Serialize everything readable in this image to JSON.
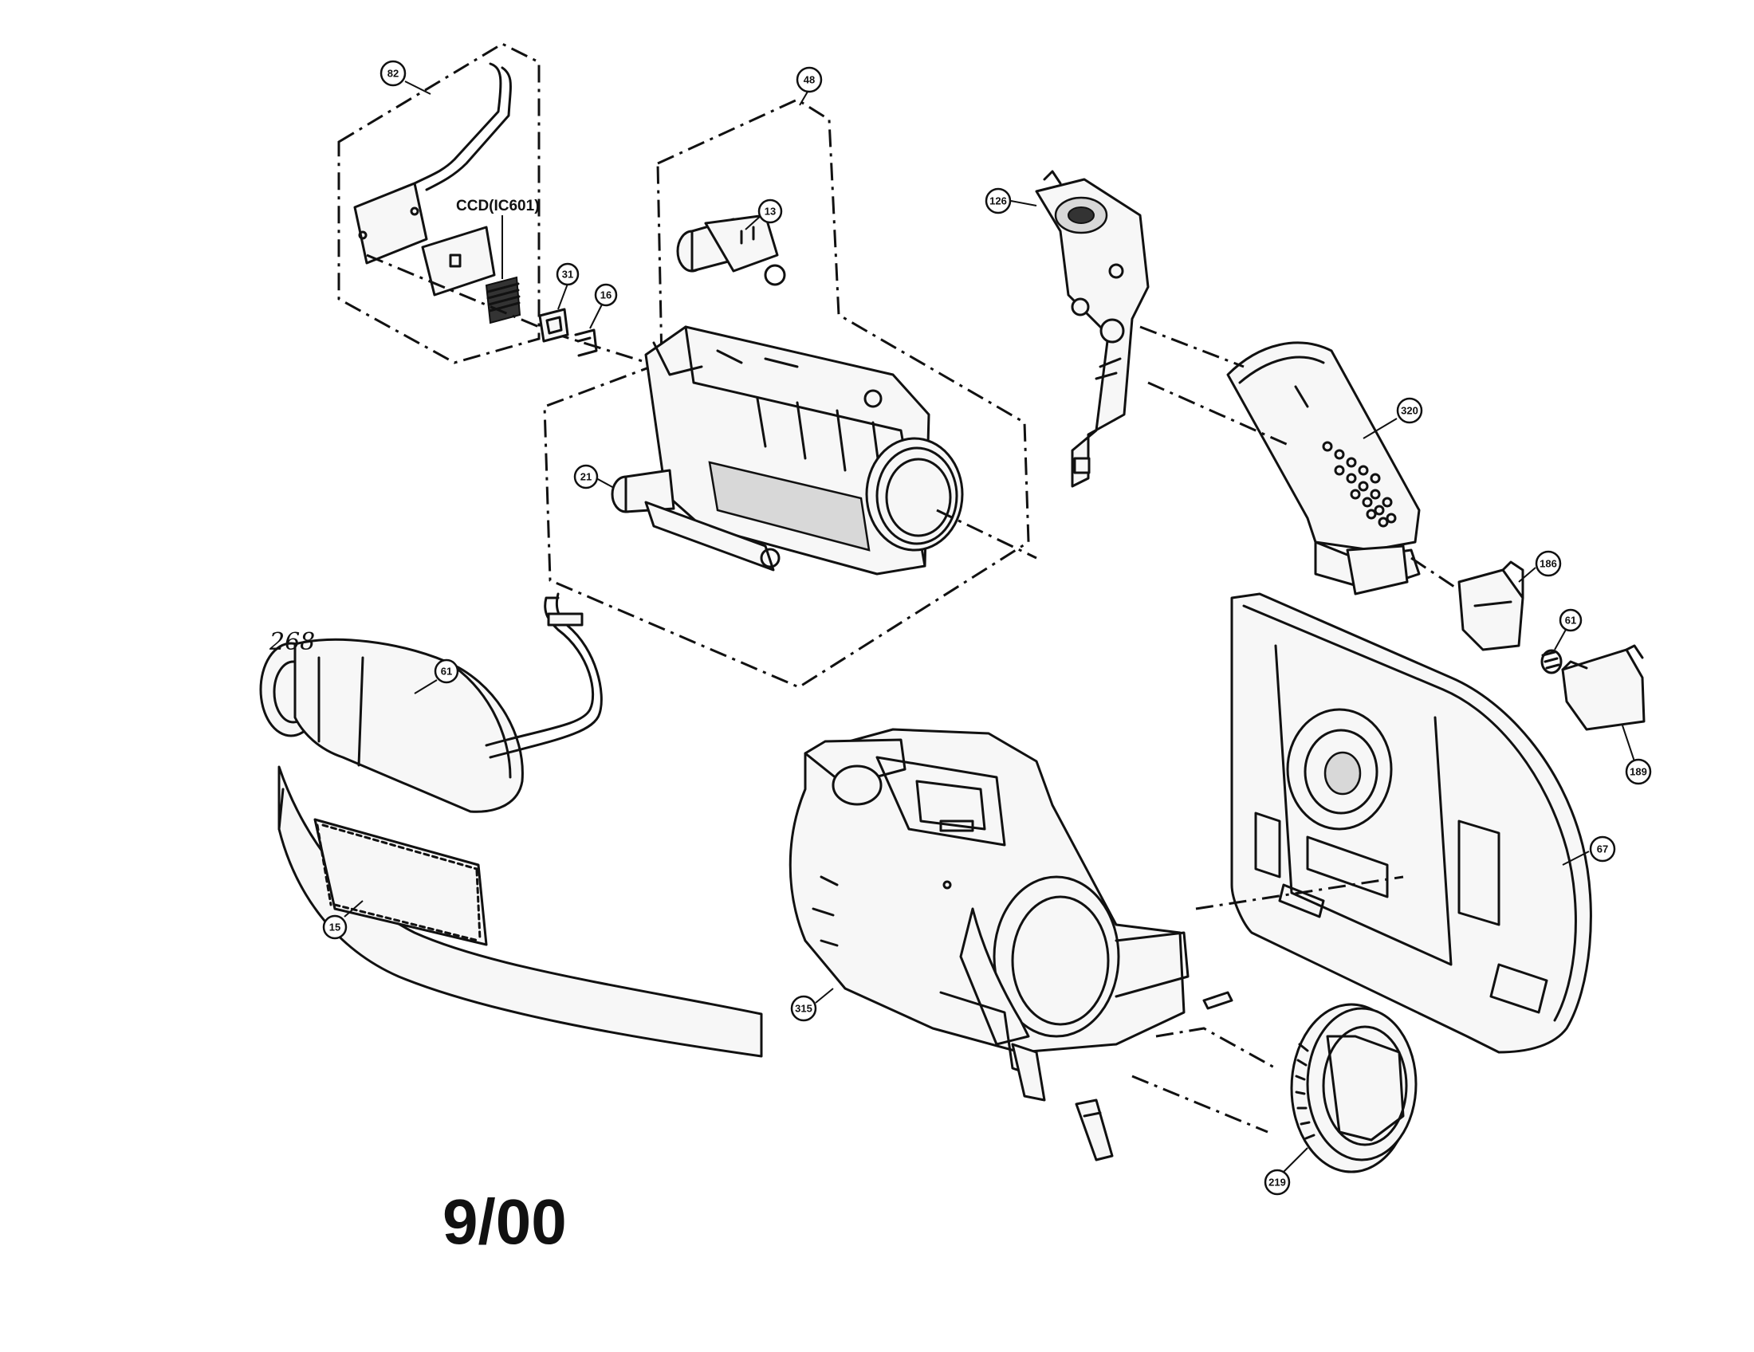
{
  "diagram": {
    "page_code": "9/00",
    "handwritten_note": "268",
    "ccd_label": "CCD(IC601)",
    "callouts": [
      {
        "id": "82",
        "label": "82"
      },
      {
        "id": "48",
        "label": "48"
      },
      {
        "id": "13",
        "label": "13"
      },
      {
        "id": "31",
        "label": "31"
      },
      {
        "id": "16",
        "label": "16"
      },
      {
        "id": "21",
        "label": "21"
      },
      {
        "id": "126",
        "label": "126"
      },
      {
        "id": "320",
        "label": "320"
      },
      {
        "id": "186a",
        "label": "186"
      },
      {
        "id": "61b",
        "label": "61"
      },
      {
        "id": "189",
        "label": "189"
      },
      {
        "id": "67",
        "label": "67"
      },
      {
        "id": "61",
        "label": "61"
      },
      {
        "id": "15",
        "label": "15"
      },
      {
        "id": "315",
        "label": "315"
      },
      {
        "id": "219",
        "label": "219"
      }
    ]
  }
}
